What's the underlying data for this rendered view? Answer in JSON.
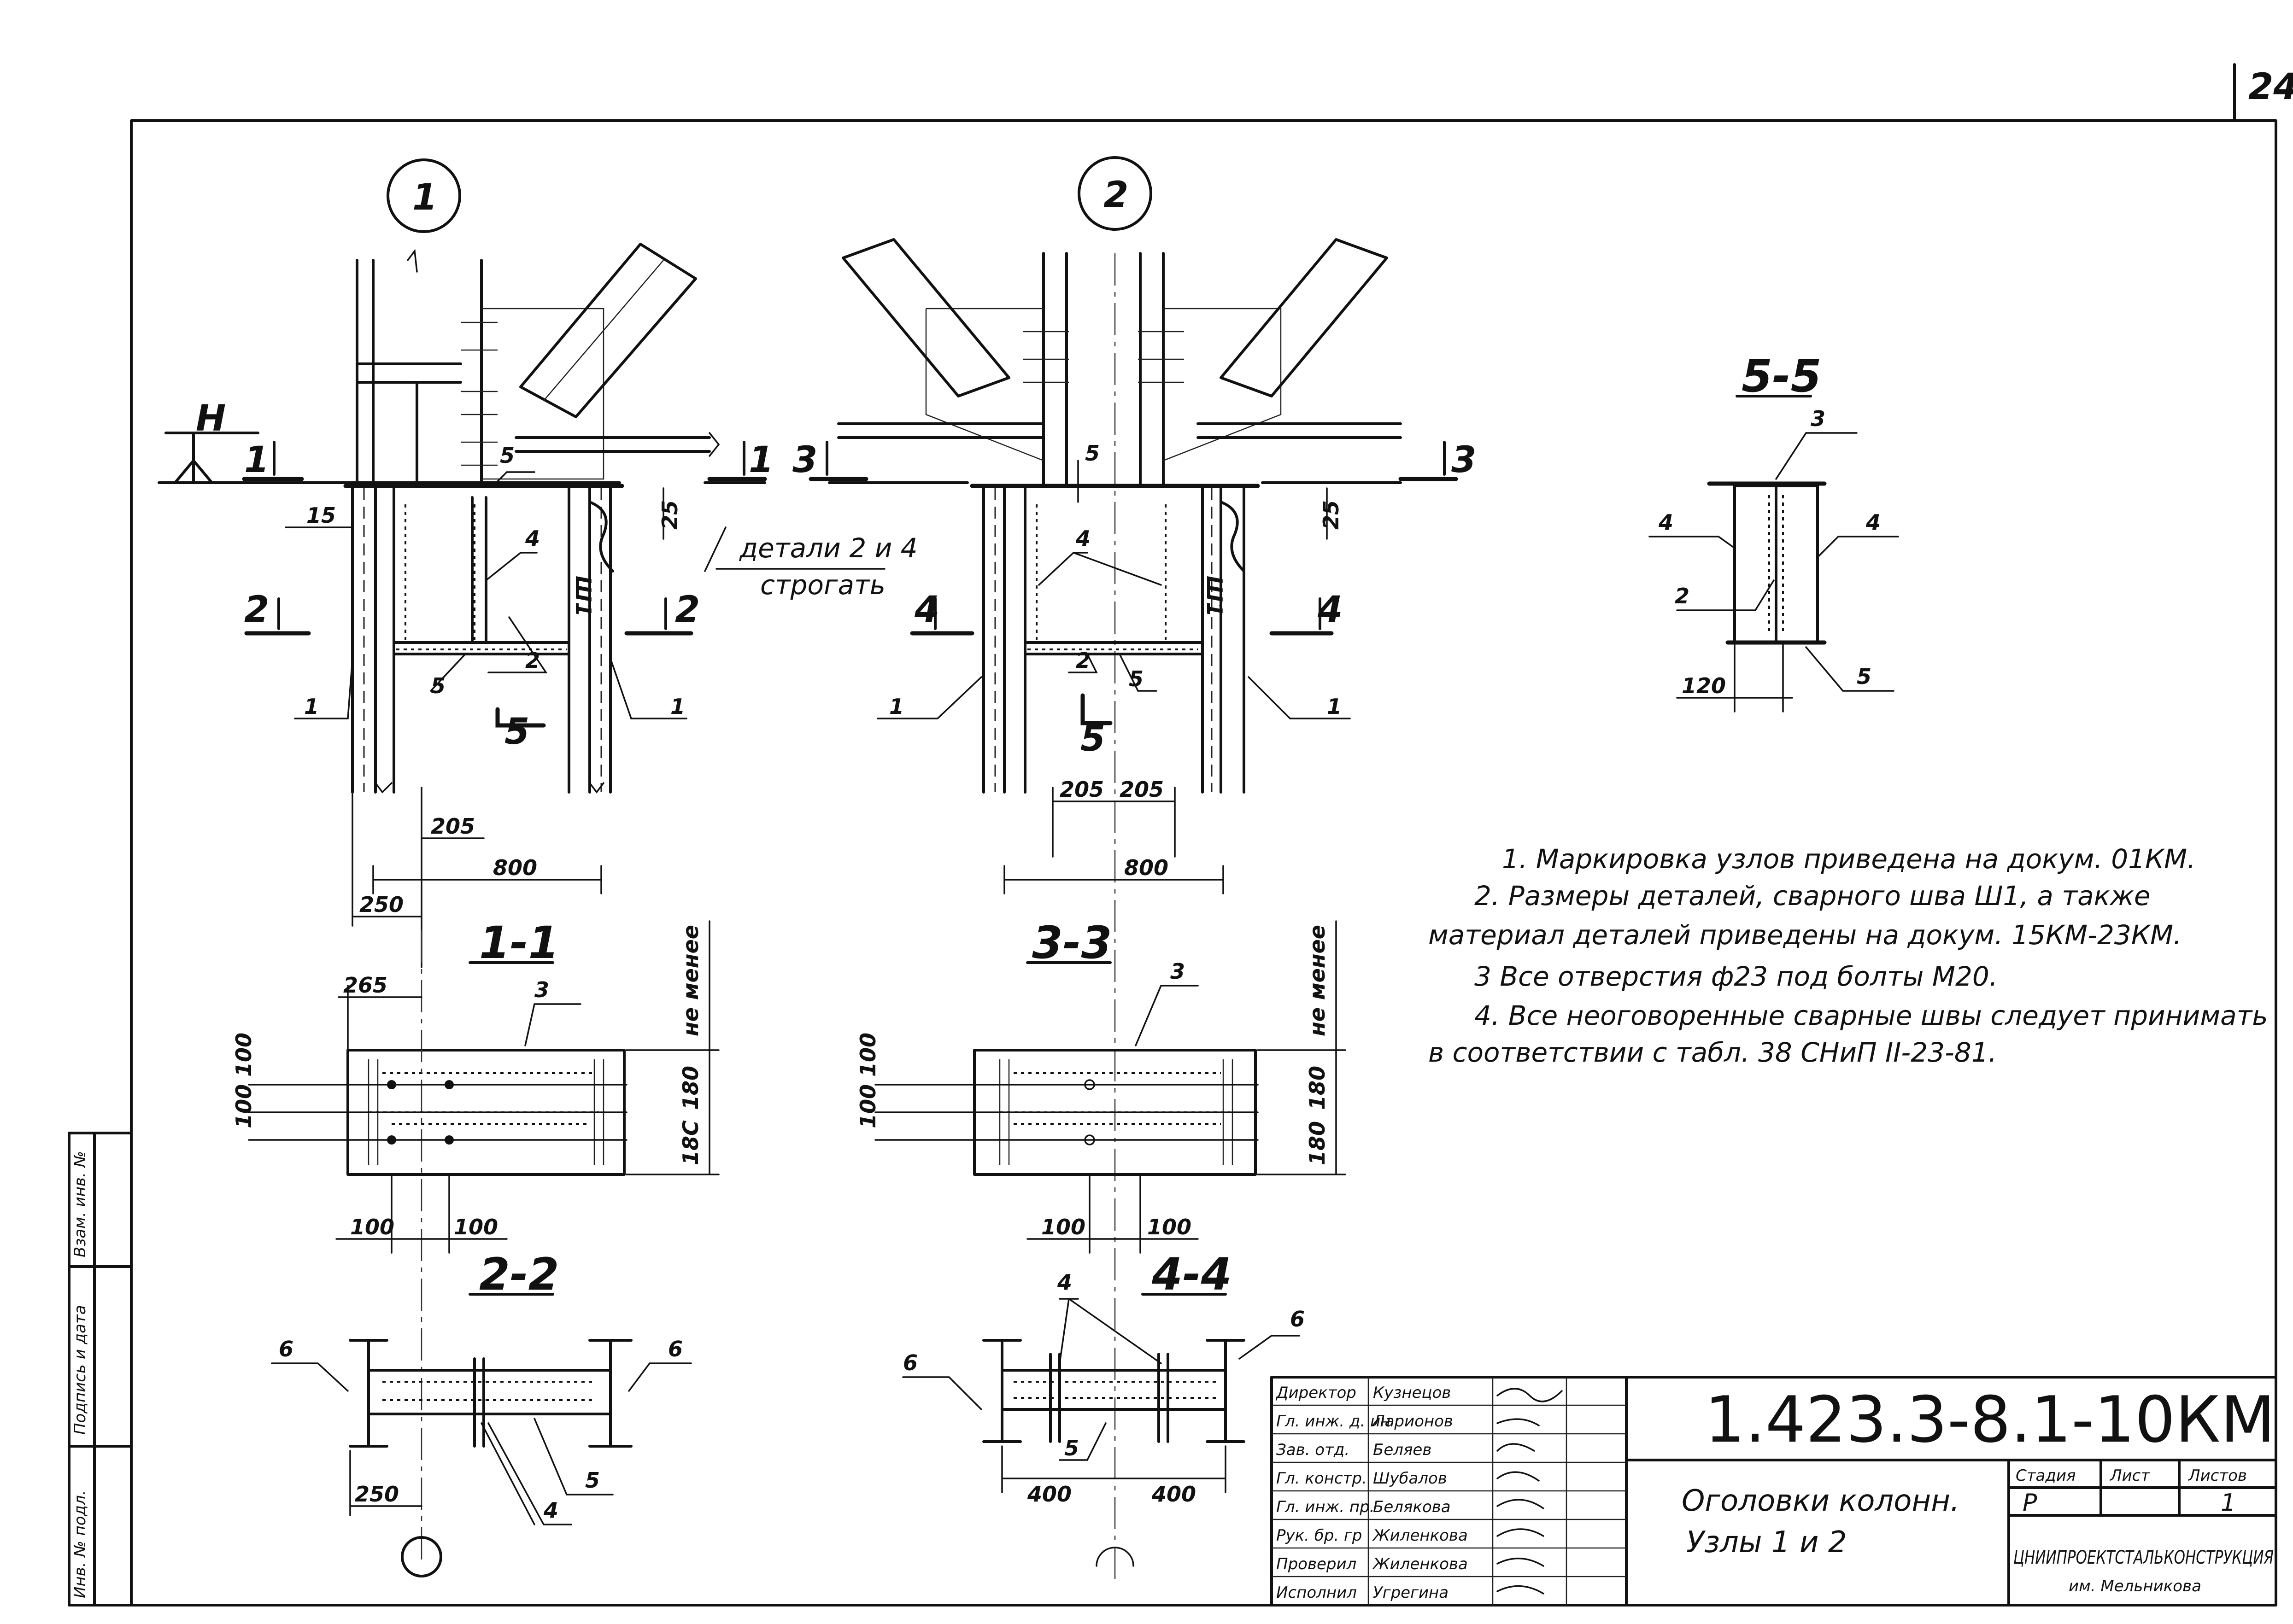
{
  "page_number": "24",
  "nodes": {
    "node1": "1",
    "node2": "2"
  },
  "sections": {
    "s11": "1-1",
    "s33": "3-3",
    "s22": "2-2",
    "s44": "4-4",
    "s55": "5-5",
    "m1": "1",
    "m2": "2",
    "m3": "3",
    "m4": "4",
    "m5": "5"
  },
  "markers": {
    "H": "H",
    "sh1": "Ш1",
    "sh1b": "Ш1"
  },
  "labels": {
    "p1": "1",
    "p2": "2",
    "p3": "3",
    "p4": "4",
    "p5": "5",
    "p6": "6"
  },
  "callout": {
    "line1": "детали 2 и 4",
    "line2": "строгать"
  },
  "dimensions": {
    "d15": "15",
    "d25": "25",
    "d205": "205",
    "d800": "800",
    "d250": "250",
    "d265": "265",
    "d100": "100",
    "d180": "180",
    "d180b": "18С",
    "d120": "120",
    "d400": "400",
    "d100x2": "100 100",
    "ne_menee": "не менее"
  },
  "notes": [
    "1. Маркировка узлов приведена на докум. 01КМ.",
    "2. Размеры деталей, сварного шва Ш1, а также",
    "материал деталей приведены на докум. 15КМ-23КМ.",
    "3 Все отверстия ф23 под болты М20.",
    "4. Все неоговоренные сварные швы следует принимать",
    "в соответствии с табл. 38 СНиП II-23-81."
  ],
  "left_strip": [
    "Инв. № подл.",
    "Подпись и дата",
    "Взам. инв. №"
  ],
  "title_block": {
    "code": "1.423.3-8.1-10КМ",
    "title_line1": "Оголовки колонн.",
    "title_line2": "Узлы 1 и 2",
    "stage_label": "Стадия",
    "sheet_label": "Лист",
    "sheets_label": "Листов",
    "stage_value": "Р",
    "sheet_value": "",
    "sheets_value": "1",
    "org_line1": "ЦНИИПРОЕКТСТАЛЬКОНСТРУКЦИЯ",
    "org_line2": "им. Мельникова",
    "roles": [
      {
        "role": "Директор",
        "name": "Кузнецов"
      },
      {
        "role": "Гл. инж. д. ин",
        "name": "Ларионов"
      },
      {
        "role": "Зав. отд.",
        "name": "Беляев"
      },
      {
        "role": "Гл. констр.",
        "name": "Шубалов"
      },
      {
        "role": "Гл. инж. пр.",
        "name": "Белякова"
      },
      {
        "role": "Рук. бр. гр",
        "name": "Жиленкова"
      },
      {
        "role": "Проверил",
        "name": "Жиленкова"
      },
      {
        "role": "Исполнил",
        "name": "Угрегина"
      }
    ]
  }
}
